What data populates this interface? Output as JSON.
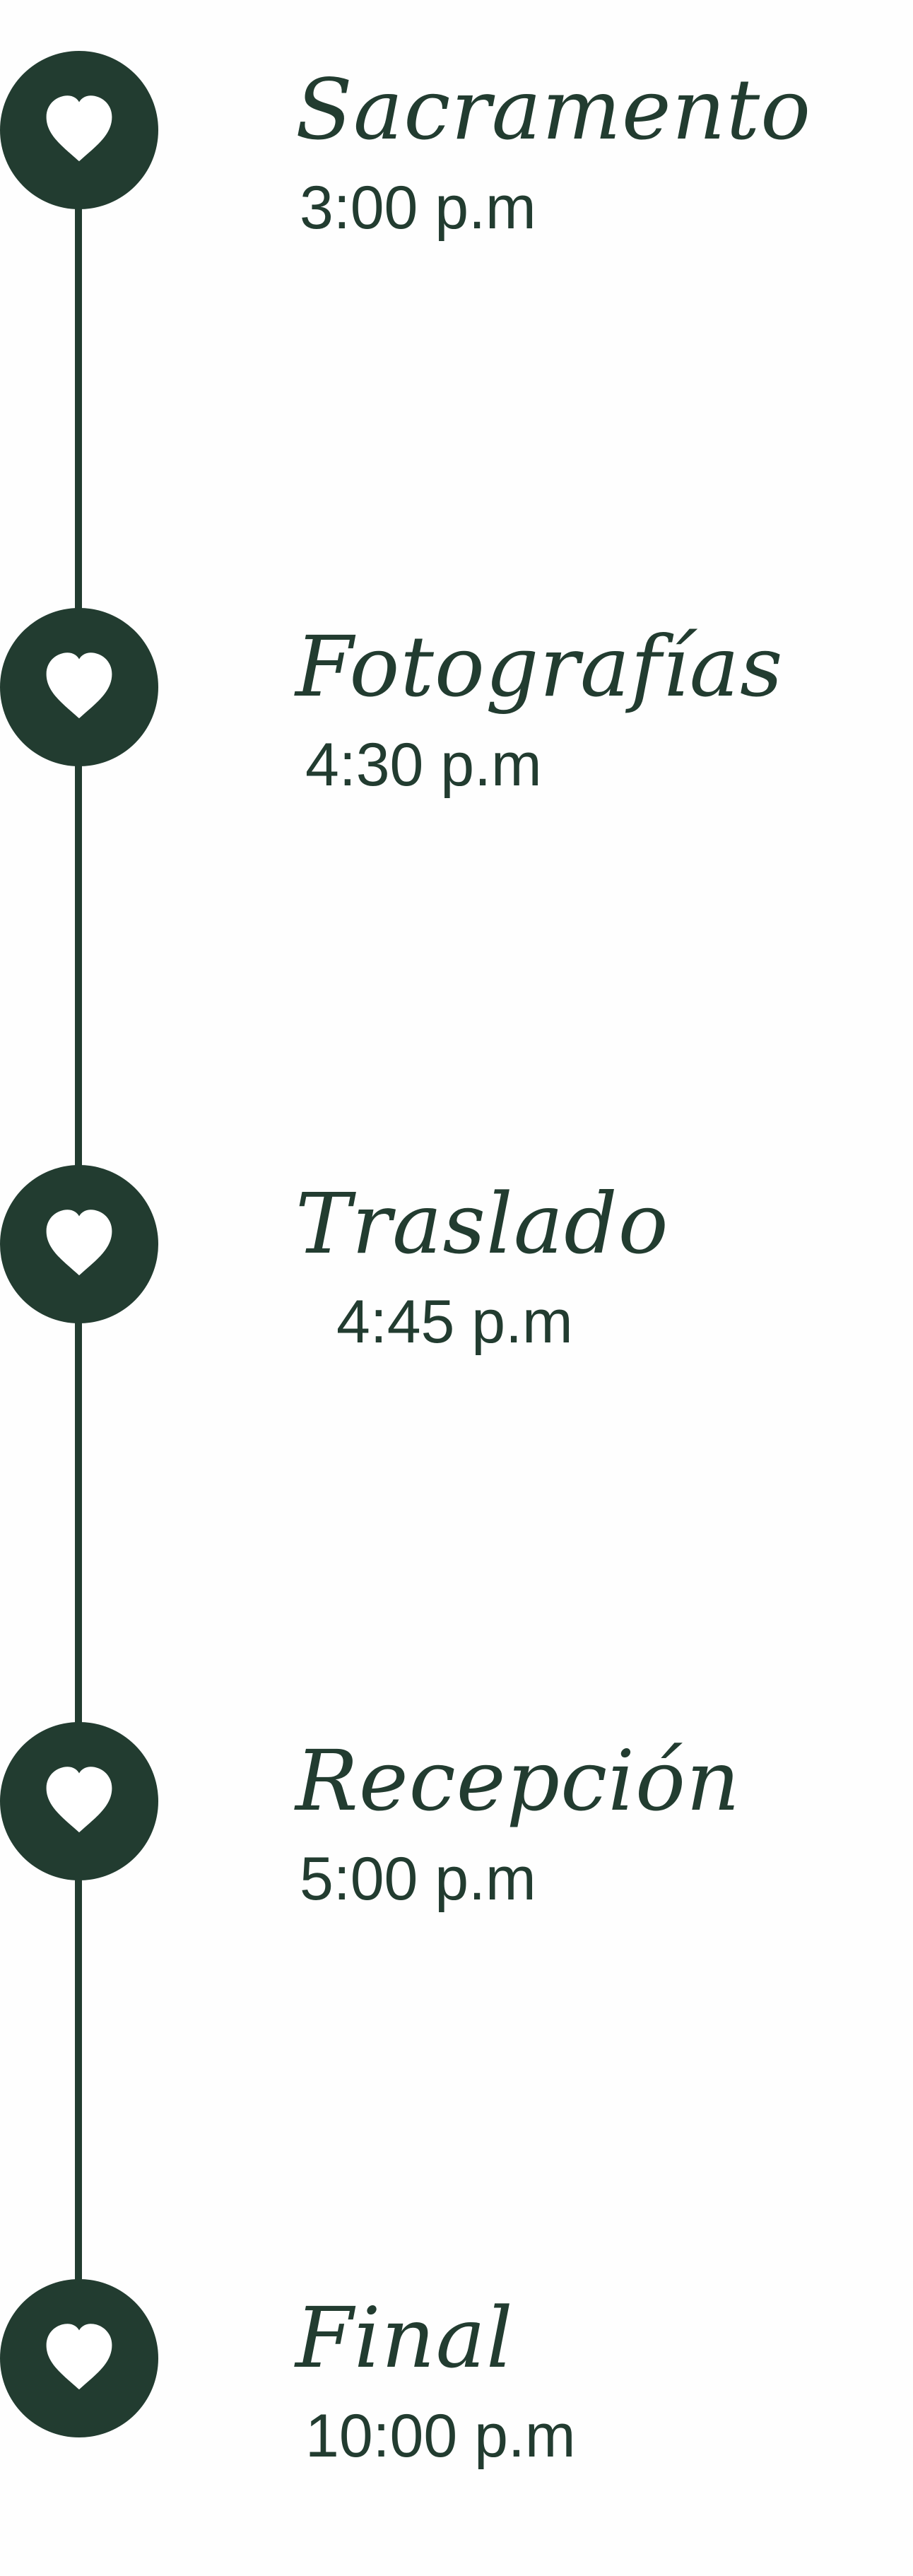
{
  "theme": {
    "accent": "#223c30",
    "background": "#fefefe"
  },
  "timeline": {
    "events": [
      {
        "title": "Sacramento",
        "time": "3:00 p.m",
        "icon": "heart-icon"
      },
      {
        "title": "Fotografías",
        "time": "4:30 p.m",
        "icon": "heart-icon"
      },
      {
        "title": "Traslado",
        "time": "4:45 p.m",
        "icon": "heart-icon"
      },
      {
        "title": "Recepción",
        "time": "5:00 p.m",
        "icon": "heart-icon"
      },
      {
        "title": "Final",
        "time": "10:00 p.m",
        "icon": "heart-icon"
      }
    ]
  }
}
